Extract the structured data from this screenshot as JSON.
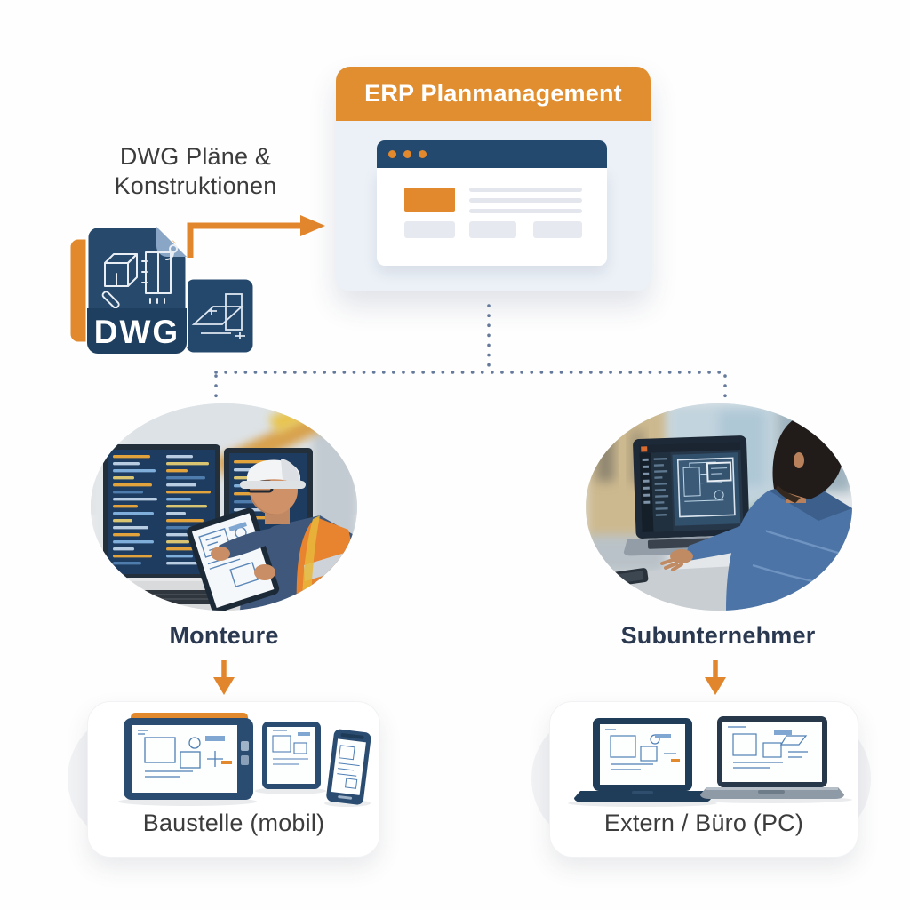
{
  "colors": {
    "accent_orange": "#e2892e",
    "navy": "#24486b",
    "navy_dark": "#1e3f5f",
    "dotted_line": "#64799b",
    "heading_text": "#2a3850",
    "body_text": "#3c3c3c",
    "erp_body_bg": "#ecf1f7"
  },
  "dwg": {
    "label_line1": "DWG Pläne &",
    "label_line2": "Konstruktionen",
    "badge": "DWG"
  },
  "erp": {
    "title": "ERP Planmanagement"
  },
  "branches": [
    {
      "id": "monteure",
      "label": "Monteure",
      "photo_description": "Monteur mit Schutzhelm und Warnweste prüft Pläne auf Tablet vor zwei Monitoren auf der Baustelle",
      "target_label": "Baustelle (mobil)",
      "devices": [
        "tablet-large",
        "tablet-small",
        "smartphone"
      ]
    },
    {
      "id": "subunternehmer",
      "label": "Subunternehmer",
      "photo_description": "Subunternehmer arbeitet am Laptop mit CAD-Plänen im Freien / Büro",
      "target_label": "Extern / Büro (PC)",
      "devices": [
        "laptop-navy",
        "laptop-gray"
      ]
    }
  ]
}
